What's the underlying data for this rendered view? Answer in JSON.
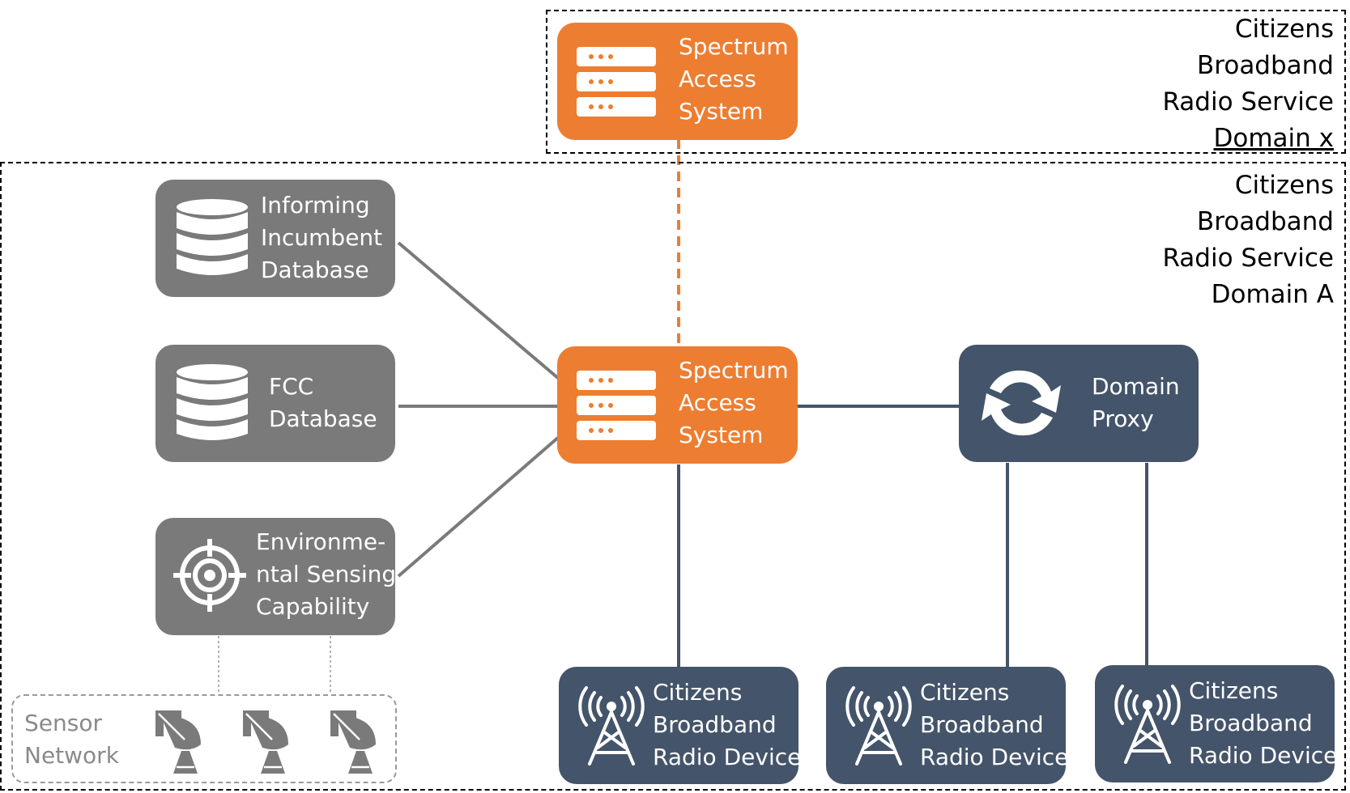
{
  "domains": {
    "x": {
      "lines": [
        "Citizens",
        "Broadband",
        "Radio Service",
        "Domain x"
      ]
    },
    "a": {
      "lines": [
        "Citizens",
        "Broadband",
        "Radio Service",
        "Domain A"
      ]
    }
  },
  "nodes": {
    "sas_top": {
      "lines": [
        "Spectrum",
        "Access",
        "System"
      ],
      "icon": "server-icon"
    },
    "sas_main": {
      "lines": [
        "Spectrum",
        "Access",
        "System"
      ],
      "icon": "server-icon"
    },
    "iid": {
      "lines": [
        "Informing",
        "Incumbent",
        "Database"
      ],
      "icon": "database-icon"
    },
    "fcc": {
      "lines": [
        "FCC",
        "Database"
      ],
      "icon": "database-icon"
    },
    "esc": {
      "lines": [
        "Environme-",
        "ntal Sensing",
        "Capability"
      ],
      "icon": "crosshair-icon"
    },
    "proxy": {
      "lines": [
        "Domain",
        "Proxy"
      ],
      "icon": "sync-icon"
    },
    "cbsd1": {
      "lines": [
        "Citizens",
        "Broadband",
        "Radio Device"
      ],
      "icon": "radio-tower-icon"
    },
    "cbsd2": {
      "lines": [
        "Citizens",
        "Broadband",
        "Radio Device"
      ],
      "icon": "radio-tower-icon"
    },
    "cbsd3": {
      "lines": [
        "Citizens",
        "Broadband",
        "Radio Device"
      ],
      "icon": "radio-tower-icon"
    }
  },
  "sensor_network": {
    "lines": [
      "Sensor",
      "Network"
    ],
    "icon": "satellite-dish-icon"
  },
  "colors": {
    "orange": "#ed7d31",
    "gray": "#7a7a7a",
    "navy": "#44546a",
    "line_gray": "#7a7a7a",
    "line_navy": "#44546a"
  }
}
